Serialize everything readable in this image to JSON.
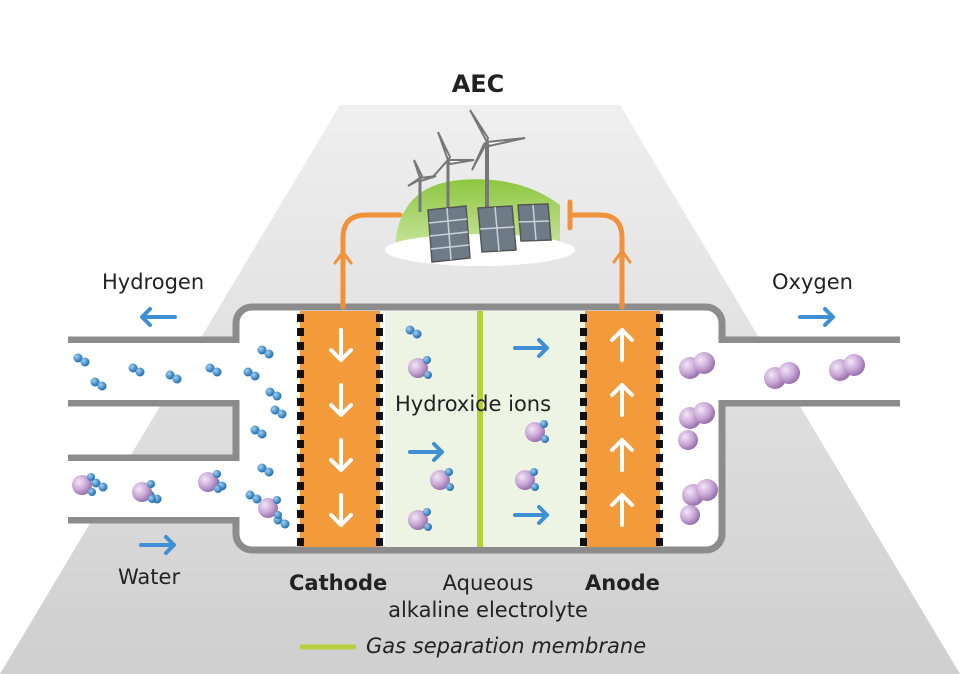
{
  "diagram": {
    "title": "AEC",
    "labels": {
      "hydrogen": "Hydrogen",
      "oxygen": "Oxygen",
      "water": "Water",
      "hydroxide_ions": "Hydroxide ions",
      "cathode": "Cathode",
      "anode": "Anode",
      "electrolyte_line1": "Aqueous",
      "electrolyte_line2": "alkaline electrolyte",
      "membrane_legend": "Gas separation membrane"
    },
    "colors": {
      "electrode": "#f39a3a",
      "wire": "#f0923a",
      "arrow": "#3f8fd4",
      "membrane": "#b8cf3a",
      "electrolyte": "#eef4e3",
      "housing": "#8c8c8c",
      "hydrogen_molecule": "#2f86c8",
      "oxygen_molecule": "#c9a6d6",
      "background_trapezoid": "#d9d9d9"
    }
  }
}
